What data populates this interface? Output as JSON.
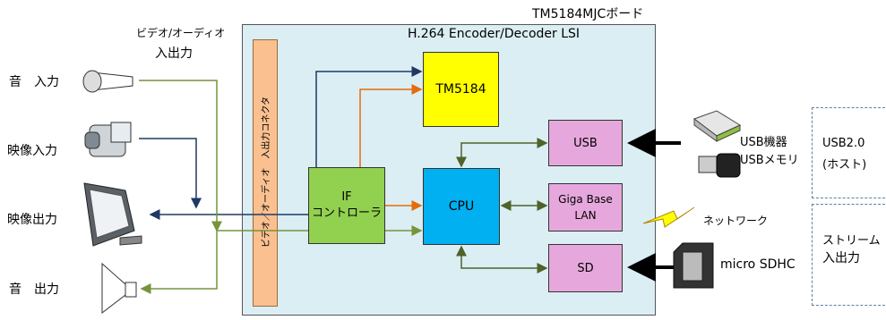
{
  "board_title": "TM5184MJCボード",
  "lsi_title": "H.264 Encoder/Decoder LSI",
  "av_header": [
    "ビデオ/オーディオ",
    "入出力"
  ],
  "connector_label": "ビデオ／オーディオ　入出力コネクタ",
  "inputs_outputs": {
    "audio_in": "音　入力",
    "video_in": "映像入力",
    "video_out": "映像出力",
    "audio_out": "音　出力"
  },
  "blocks": {
    "tm": "TM5184",
    "cpu": "CPU",
    "if_line1": "IF",
    "if_line2": "コントローラ",
    "usb": "USB",
    "lan_line1": "Giga Base",
    "lan_line2": "LAN",
    "sd": "SD"
  },
  "devices": {
    "usb_device": "USB機器",
    "usb_memory": "USBメモリ",
    "network": "ネットワーク",
    "sdhc": "micro SDHC"
  },
  "right_panel": {
    "usb_host_line1": "USB2.0",
    "usb_host_line2": "(ホスト)",
    "stream_line1": "ストリーム",
    "stream_line2": "入出力"
  },
  "colors": {
    "board_bg": "#dbeef4",
    "tm": "#ffff00",
    "cpu": "#00b0f0",
    "if": "#92d050",
    "peripheral": "#e6a8dc",
    "connector": "#fac090",
    "wire_blue": "#1f3864",
    "wire_orange": "#e46c0a",
    "wire_green": "#4f6228",
    "wire_olive": "#77933c"
  },
  "icons": [
    "microphone-icon",
    "video-camera-icon",
    "monitor-icon",
    "speaker-icon",
    "usb-device-icon",
    "usb-memory-icon",
    "lightning-icon",
    "sd-card-icon"
  ]
}
